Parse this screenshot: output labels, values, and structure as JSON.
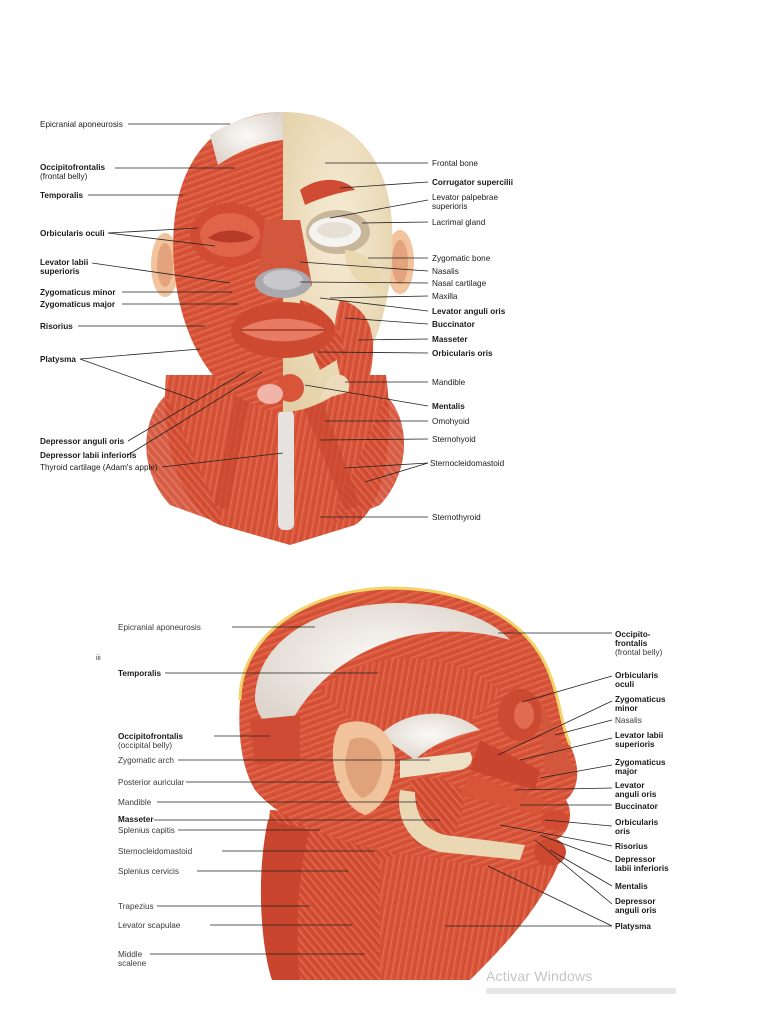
{
  "front": {
    "left_labels": [
      {
        "id": "epicranial-aponeurosis",
        "text": "Epicranial aponeurosis",
        "bold": false
      },
      {
        "id": "occipitofrontalis",
        "text": "Occipitofrontalis",
        "bold": true
      },
      {
        "id": "occipitofrontalis-sub",
        "text": "(frontal belly)",
        "bold": false
      },
      {
        "id": "temporalis",
        "text": "Temporalis",
        "bold": true
      },
      {
        "id": "orbicularis-oculi",
        "text": "Orbicularis oculi",
        "bold": true
      },
      {
        "id": "levator-labii-superioris-1",
        "text": "Levator labii",
        "bold": true
      },
      {
        "id": "levator-labii-superioris-2",
        "text": "superioris",
        "bold": true
      },
      {
        "id": "zygomaticus-minor",
        "text": "Zygomaticus minor",
        "bold": true
      },
      {
        "id": "zygomaticus-major",
        "text": "Zygomaticus major",
        "bold": true
      },
      {
        "id": "risorius",
        "text": "Risorius",
        "bold": true
      },
      {
        "id": "platysma",
        "text": "Platysma",
        "bold": true
      },
      {
        "id": "depressor-anguli-oris",
        "text": "Depressor anguli oris",
        "bold": true
      },
      {
        "id": "depressor-labii-inferioris",
        "text": "Depressor labii inferioris",
        "bold": true
      },
      {
        "id": "thyroid-cartilage",
        "text": "Thyroid cartilage (Adam's apple)",
        "bold": false
      }
    ],
    "right_labels": [
      {
        "id": "frontal-bone",
        "text": "Frontal bone",
        "bold": false
      },
      {
        "id": "corrugator-supercilii",
        "text": "Corrugator supercilii",
        "bold": true
      },
      {
        "id": "levator-palpebrae-1",
        "text": "Levator palpebrae",
        "bold": false
      },
      {
        "id": "levator-palpebrae-2",
        "text": "superioris",
        "bold": false
      },
      {
        "id": "lacrimal-gland",
        "text": "Lacrimal gland",
        "bold": false
      },
      {
        "id": "zygomatic-bone",
        "text": "Zygomatic bone",
        "bold": false
      },
      {
        "id": "nasalis",
        "text": "Nasalis",
        "bold": false
      },
      {
        "id": "nasal-cartilage",
        "text": "Nasal cartilage",
        "bold": false
      },
      {
        "id": "maxilla",
        "text": "Maxilla",
        "bold": false
      },
      {
        "id": "levator-anguli-oris",
        "text": "Levator anguli oris",
        "bold": true
      },
      {
        "id": "buccinator",
        "text": "Buccinator",
        "bold": true
      },
      {
        "id": "masseter",
        "text": "Masseter",
        "bold": true
      },
      {
        "id": "orbicularis-oris",
        "text": "Orbicularis oris",
        "bold": true
      },
      {
        "id": "mandible",
        "text": "Mandible",
        "bold": false
      },
      {
        "id": "mentalis",
        "text": "Mentalis",
        "bold": true
      },
      {
        "id": "omohyoid",
        "text": "Omohyoid",
        "bold": false
      },
      {
        "id": "sternohyoid",
        "text": "Sternohyoid",
        "bold": false
      },
      {
        "id": "sternocleidomastoid",
        "text": "Sternocleidomastoid",
        "bold": false
      },
      {
        "id": "sternothyroid",
        "text": "Sternothyroid",
        "bold": false
      }
    ]
  },
  "side": {
    "left_labels": [
      {
        "id": "epicranial-aponeurosis",
        "text": "Epicranial aponeurosis",
        "bold": false
      },
      {
        "id": "temporalis",
        "text": "Temporalis",
        "bold": true
      },
      {
        "id": "occipitofrontalis",
        "text": "Occipitofrontalis",
        "bold": true
      },
      {
        "id": "occipitofrontalis-sub",
        "text": "(occipital belly)",
        "bold": false
      },
      {
        "id": "zygomatic-arch",
        "text": "Zygomatic arch",
        "bold": false
      },
      {
        "id": "posterior-auricular",
        "text": "Posterior auricular",
        "bold": false
      },
      {
        "id": "mandible",
        "text": "Mandible",
        "bold": false
      },
      {
        "id": "masseter",
        "text": "Masseter",
        "bold": true
      },
      {
        "id": "splenius-capitis",
        "text": "Splenius capitis",
        "bold": false
      },
      {
        "id": "sternocleidomastoid",
        "text": "Sternocleidomastoid",
        "bold": false
      },
      {
        "id": "splenius-cervicis",
        "text": "Splenius cervicis",
        "bold": false
      },
      {
        "id": "trapezius",
        "text": "Trapezius",
        "bold": false
      },
      {
        "id": "levator-scapulae",
        "text": "Levator scapulae",
        "bold": false
      },
      {
        "id": "middle-scalene-1",
        "text": "Middle",
        "bold": false
      },
      {
        "id": "middle-scalene-2",
        "text": "scalene",
        "bold": false
      }
    ],
    "right_labels": [
      {
        "id": "occipitofrontalis-1",
        "text": "Occipito-",
        "bold": true
      },
      {
        "id": "occipitofrontalis-2",
        "text": "frontalis",
        "bold": true
      },
      {
        "id": "occipitofrontalis-3",
        "text": "(frontal belly)",
        "bold": false
      },
      {
        "id": "orbicularis-oculi-1",
        "text": "Orbicularis",
        "bold": true
      },
      {
        "id": "orbicularis-oculi-2",
        "text": "oculi",
        "bold": true
      },
      {
        "id": "zygomaticus-minor-1",
        "text": "Zygomaticus",
        "bold": true
      },
      {
        "id": "zygomaticus-minor-2",
        "text": "minor",
        "bold": true
      },
      {
        "id": "nasalis",
        "text": "Nasalis",
        "bold": false
      },
      {
        "id": "levator-labii-1",
        "text": "Levator labii",
        "bold": true
      },
      {
        "id": "levator-labii-2",
        "text": "superioris",
        "bold": true
      },
      {
        "id": "zygomaticus-major-1",
        "text": "Zygomaticus",
        "bold": true
      },
      {
        "id": "zygomaticus-major-2",
        "text": "major",
        "bold": true
      },
      {
        "id": "levator-anguli-1",
        "text": "Levator",
        "bold": true
      },
      {
        "id": "levator-anguli-2",
        "text": "anguli oris",
        "bold": true
      },
      {
        "id": "buccinator",
        "text": "Buccinator",
        "bold": true
      },
      {
        "id": "orbicularis-oris-1",
        "text": "Orbicularis",
        "bold": true
      },
      {
        "id": "orbicularis-oris-2",
        "text": "oris",
        "bold": true
      },
      {
        "id": "risorius",
        "text": "Risorius",
        "bold": true
      },
      {
        "id": "depressor-labii-1",
        "text": "Depressor",
        "bold": true
      },
      {
        "id": "depressor-labii-2",
        "text": "labii inferioris",
        "bold": true
      },
      {
        "id": "mentalis",
        "text": "Mentalis",
        "bold": true
      },
      {
        "id": "depressor-anguli-1",
        "text": "Depressor",
        "bold": true
      },
      {
        "id": "depressor-anguli-2",
        "text": "anguli oris",
        "bold": true
      },
      {
        "id": "platysma",
        "text": "Platysma",
        "bold": true
      }
    ],
    "side_mark": "iii"
  },
  "watermark": "Activar Windows",
  "colors": {
    "muscle": "#d9553a",
    "muscle_dark": "#b8402b",
    "muscle_light": "#ea8266",
    "bone": "#efe2c6",
    "tendon": "#f3efe8",
    "skin": "#f4c9a6",
    "fat": "#f2d36b",
    "line": "#222222"
  }
}
